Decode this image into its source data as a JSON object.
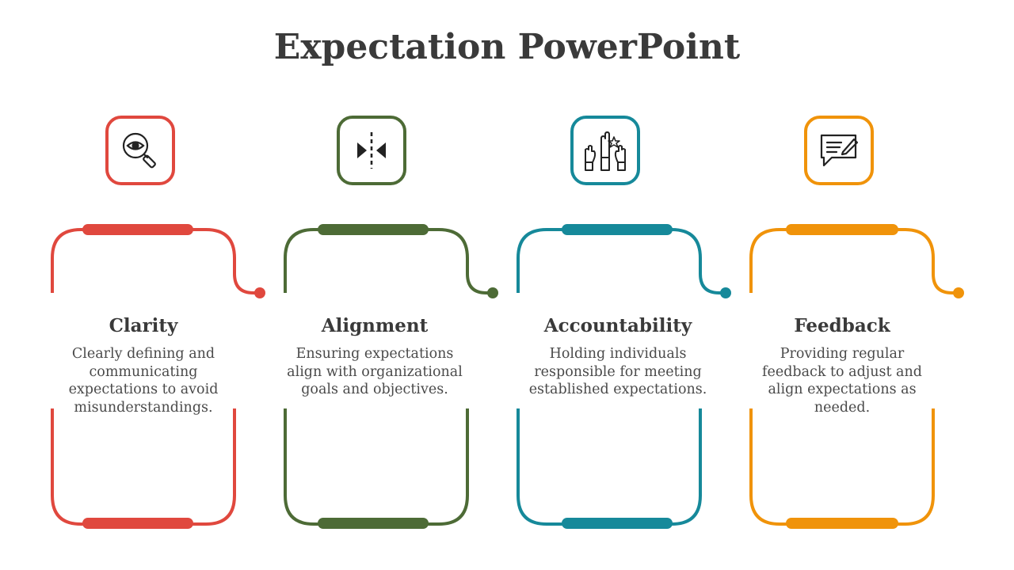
{
  "title": "Expectation PowerPoint",
  "cards": [
    {
      "heading": "Clarity",
      "description": "Clearly defining and communicating expectations to avoid misunderstandings.",
      "color": "#E0483E",
      "icon": "search-eye-icon"
    },
    {
      "heading": "Alignment",
      "description": "Ensuring expectations align with organizational goals and objectives.",
      "color": "#4D6B36",
      "icon": "align-arrows-icon"
    },
    {
      "heading": "Accountability",
      "description": "Holding individuals responsible for meeting established expectations.",
      "color": "#16899A",
      "icon": "raised-hands-icon"
    },
    {
      "heading": "Feedback",
      "description": "Providing regular feedback to adjust and align expectations as needed.",
      "color": "#F0930A",
      "icon": "feedback-chat-icon"
    }
  ]
}
